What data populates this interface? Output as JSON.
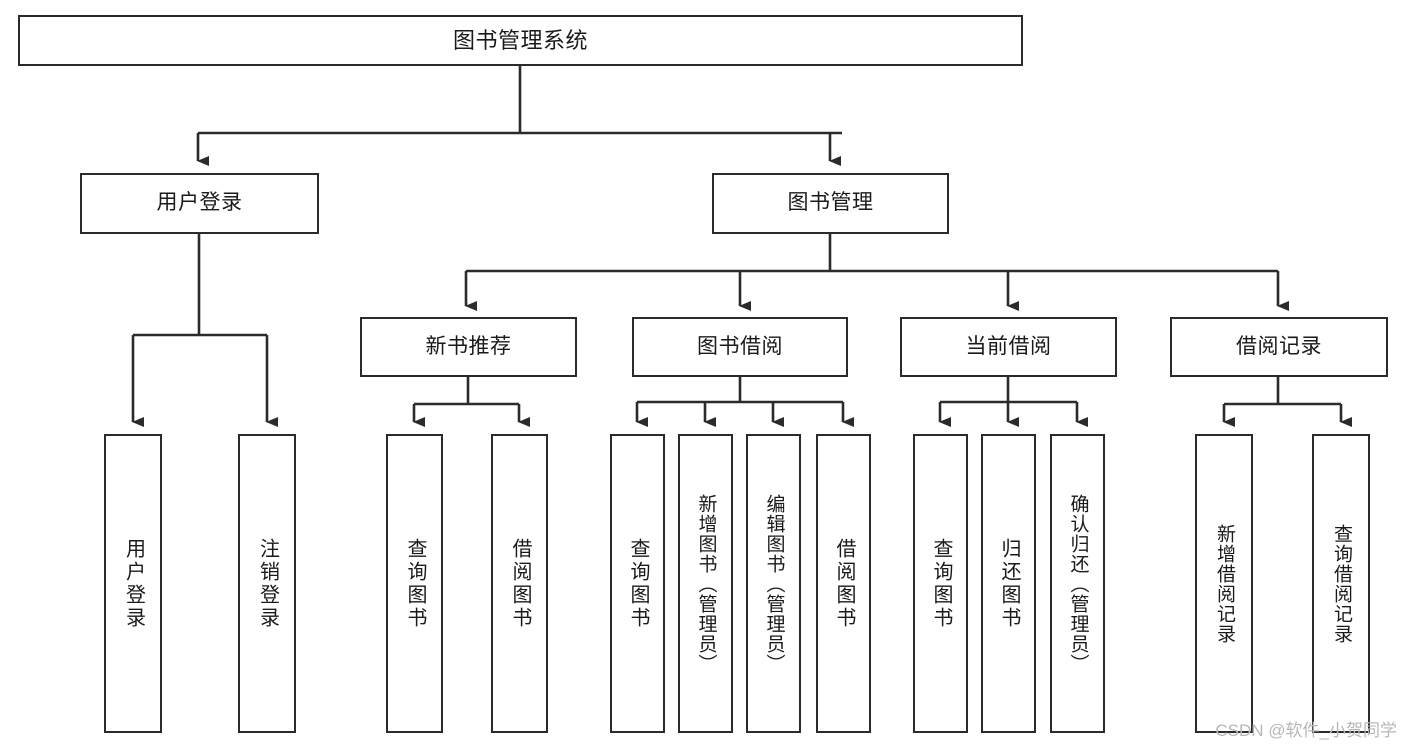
{
  "diagram": {
    "title": "图书管理系统",
    "type": "tree-hierarchy-diagram",
    "colors": {
      "background": "#ffffff",
      "box_border": "#2b2b2b",
      "box_fill": "#ffffff",
      "edge": "#2b2b2b",
      "watermark": "#b7b7b7"
    },
    "root": {
      "label": "图书管理系统"
    },
    "level2": {
      "user_login": {
        "label": "用户登录"
      },
      "book_manage": {
        "label": "图书管理"
      }
    },
    "level3": {
      "new_book_rec": {
        "label": "新书推荐"
      },
      "book_borrow": {
        "label": "图书借阅"
      },
      "current_borrow": {
        "label": "当前借阅"
      },
      "borrow_record": {
        "label": "借阅记录"
      }
    },
    "leaves": {
      "user_login": [
        {
          "label": "用户登录"
        },
        {
          "label": "注销登录"
        }
      ],
      "new_book_rec": [
        {
          "label": "查询图书"
        },
        {
          "label": "借阅图书"
        }
      ],
      "book_borrow": [
        {
          "label": "查询图书"
        },
        {
          "label": "新增图书（管理员）"
        },
        {
          "label": "编辑图书（管理员）"
        },
        {
          "label": "借阅图书"
        }
      ],
      "current_borrow": [
        {
          "label": "查询图书"
        },
        {
          "label": "归还图书"
        },
        {
          "label": "确认归还（管理员）"
        }
      ],
      "borrow_record": [
        {
          "label": "新增借阅记录"
        },
        {
          "label": "查询借阅记录"
        }
      ]
    },
    "watermark": "CSDN @软件_小贺同学"
  }
}
